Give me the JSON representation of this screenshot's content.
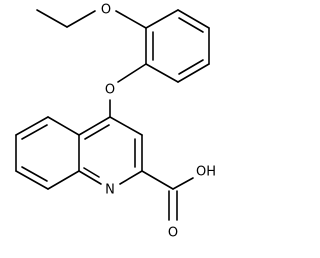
{
  "molecule": {
    "atoms": {
      "oxygen_ether_top": "O",
      "oxygen_ether_mid": "O",
      "nitrogen_ring": "N",
      "oxygen_carbonyl": "O",
      "hydroxyl": "OH"
    }
  }
}
